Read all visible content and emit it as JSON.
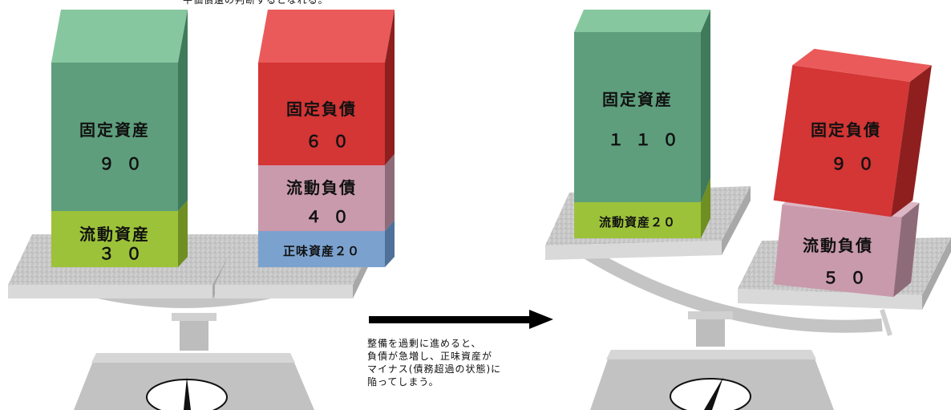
{
  "top_caption": "平価償還の判断するとなれる。",
  "before": {
    "assets": {
      "fixed_label": "固定資産",
      "fixed_value": "９０",
      "current_label": "流動資産",
      "current_value": "３０"
    },
    "liabilities": {
      "fixed_label": "固定負債",
      "fixed_value": "６０",
      "current_label": "流動負債",
      "current_value": "４０",
      "net_assets": "正味資産２０"
    }
  },
  "after": {
    "assets": {
      "fixed_label": "固定資産",
      "fixed_value": "１１０",
      "current": "流動資産２０"
    },
    "liabilities": {
      "fixed_label": "固定負債",
      "fixed_value": "９０",
      "current_label": "流動負債",
      "current_value": "５０"
    }
  },
  "note": {
    "lines": [
      "整備を過剰に進めると、",
      "負債が急増し、正味資産が",
      "マイナス(債務超過の状態)に",
      "陥ってしまう。"
    ]
  },
  "colors": {
    "green": "#5e9e7c",
    "lime": "#9cc23a",
    "red": "#d43535",
    "pink": "#c99aab",
    "blue": "#7ba2cf",
    "tray": "#cfcfcf",
    "scale": "#c8c8c8"
  }
}
